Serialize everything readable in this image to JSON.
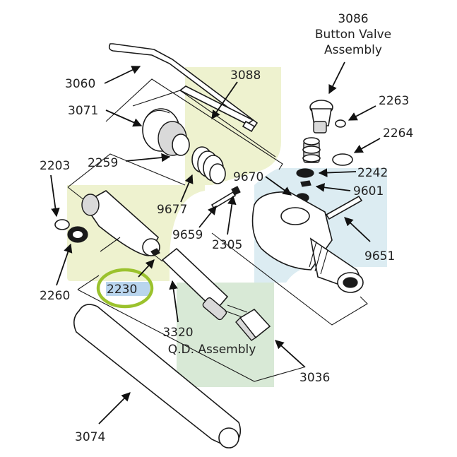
{
  "diagram": {
    "labels": {
      "p3086": [
        "3086",
        "Button Valve",
        "Assembly"
      ],
      "p3060": "3060",
      "p3088": "3088",
      "p2263": "2263",
      "p3071": "3071",
      "p2264": "2264",
      "p2203": "2203",
      "p2259": "2259",
      "p9670": "9670",
      "p2242": "2242",
      "p9601": "9601",
      "p9677": "9677",
      "p9659": "9659",
      "p2305": "2305",
      "p9651": "9651",
      "p2260": "2260",
      "p2230": "2230",
      "p3320": [
        "3320",
        "Q.D. Assembly"
      ],
      "p3036": "3036",
      "p3074": "3074"
    },
    "colors": {
      "zone_yellow": "#eef2cf",
      "zone_blue": "#dcecf2",
      "zone_green": "#d8e9d6",
      "highlight_ring": "#9bc22d",
      "highlight_fill": "#b9d5ee",
      "line": "#1a1a1a"
    }
  }
}
